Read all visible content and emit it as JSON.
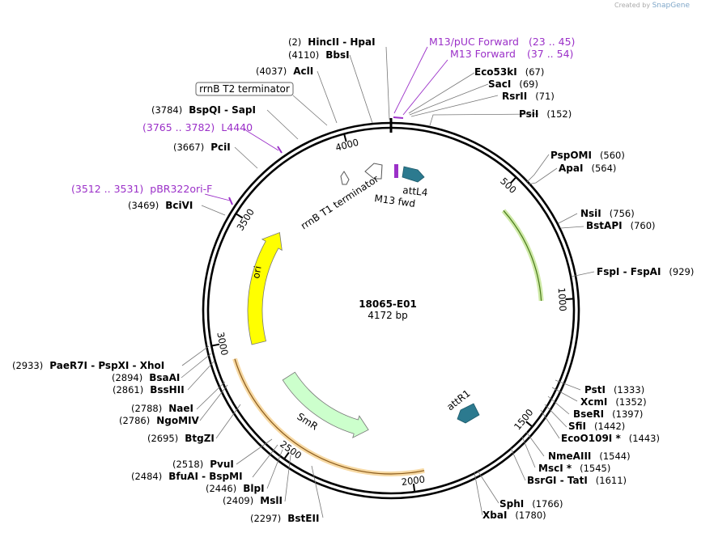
{
  "header": {
    "created_by": "Created by",
    "brand": "SnapGene"
  },
  "plasmid": {
    "name": "18065-E01",
    "size": "4172 bp",
    "length_bp": 4172
  },
  "colors": {
    "primer": "#9b30c8",
    "backbone": "#000000",
    "ori": "#ffff00",
    "smr": "#ccffcc",
    "att": "#2c7a8f",
    "term": "#ffffff",
    "orf_green": "#cfeaa8",
    "orf_orange": "#f7d9a3"
  },
  "features": [
    {
      "name": "ori",
      "start": 3535,
      "end": 2970
    },
    {
      "name": "SmR",
      "start": 2750,
      "end": 2210
    },
    {
      "name": "attL4",
      "start": 40,
      "end": 110
    },
    {
      "name": "attR1",
      "start": 1585,
      "end": 1640
    },
    {
      "name": "rrnB T1 terminator",
      "start": 4090,
      "end": 4040
    },
    {
      "name": "rrnB T2 terminator",
      "start": 4000
    },
    {
      "name": "M13 fwd",
      "start": 23,
      "end": 40
    }
  ],
  "tick_labels": [
    "500",
    "1000",
    "1500",
    "2000",
    "2500",
    "3000",
    "3500",
    "4000"
  ],
  "right_sites": [
    {
      "name": "Eco53kI",
      "pos": "(67)"
    },
    {
      "name": "SacI",
      "pos": "(69)"
    },
    {
      "name": "RsrII",
      "pos": "(71)"
    },
    {
      "name": "PsiI",
      "pos": "(152)"
    },
    {
      "name": "PspOMI",
      "pos": "(560)"
    },
    {
      "name": "ApaI",
      "pos": "(564)"
    },
    {
      "name": "NsiI",
      "pos": "(756)"
    },
    {
      "name": "BstAPI",
      "pos": "(760)"
    },
    {
      "name": "FspI - FspAI",
      "pos": "(929)"
    },
    {
      "name": "PstI",
      "pos": "(1333)"
    },
    {
      "name": "XcmI",
      "pos": "(1352)"
    },
    {
      "name": "BseRI",
      "pos": "(1397)"
    },
    {
      "name": "SfiI",
      "pos": "(1442)"
    },
    {
      "name": "EcoO109I *",
      "pos": "(1443)"
    },
    {
      "name": "NmeAIII",
      "pos": "(1544)"
    },
    {
      "name": "MscI *",
      "pos": "(1545)"
    },
    {
      "name": "BsrGI - TatI",
      "pos": "(1611)"
    },
    {
      "name": "SphI",
      "pos": "(1766)"
    },
    {
      "name": "XbaI",
      "pos": "(1780)"
    }
  ],
  "left_sites": [
    {
      "name": "HincII - HpaI",
      "pos": "(2)"
    },
    {
      "name": "BbsI",
      "pos": "(4110)"
    },
    {
      "name": "AclI",
      "pos": "(4037)"
    },
    {
      "name": "BspQI - SapI",
      "pos": "(3784)"
    },
    {
      "name": "PciI",
      "pos": "(3667)"
    },
    {
      "name": "BciVI",
      "pos": "(3469)"
    },
    {
      "name": "PaeR7I - PspXI - XhoI",
      "pos": "(2933)"
    },
    {
      "name": "BsaAI",
      "pos": "(2894)"
    },
    {
      "name": "BssHII",
      "pos": "(2861)"
    },
    {
      "name": "NaeI",
      "pos": "(2788)"
    },
    {
      "name": "NgoMIV",
      "pos": "(2786)"
    },
    {
      "name": "BtgZI",
      "pos": "(2695)"
    },
    {
      "name": "PvuI",
      "pos": "(2518)"
    },
    {
      "name": "BfuAI - BspMI",
      "pos": "(2484)"
    },
    {
      "name": "BlpI",
      "pos": "(2446)"
    },
    {
      "name": "MslI",
      "pos": "(2409)"
    },
    {
      "name": "BstEII",
      "pos": "(2297)"
    }
  ],
  "primers": [
    {
      "name": "M13/pUC Forward",
      "pos": "(23 .. 45)"
    },
    {
      "name": "M13 Forward",
      "pos": "(37 .. 54)"
    },
    {
      "name": "L4440",
      "pos": "(3765 .. 3782)"
    },
    {
      "name": "pBR322ori-F",
      "pos": "(3512 .. 3531)"
    }
  ]
}
